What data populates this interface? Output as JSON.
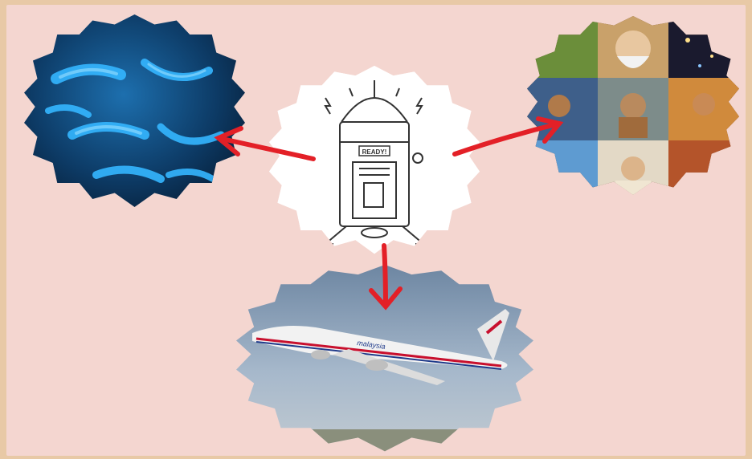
{
  "colors": {
    "page_background": "#e8c9a6",
    "panel_background": "#f4d6d0",
    "arrow": "#e32027",
    "bacteria_dark": "#0a2a4a",
    "bacteria_glow": "#35b6ff",
    "sky": "#8ea6be",
    "airliner_body": "#f2f2f2",
    "airliner_stripe": "#c8102e"
  },
  "nodes": {
    "center": {
      "label": "READY!",
      "icon": "time-machine-icon"
    },
    "left": {
      "icon": "bacteria-image"
    },
    "right": {
      "icon": "ancient-sages-collage"
    },
    "bottom": {
      "icon": "airliner-image",
      "airline_text": "malaysia"
    }
  }
}
